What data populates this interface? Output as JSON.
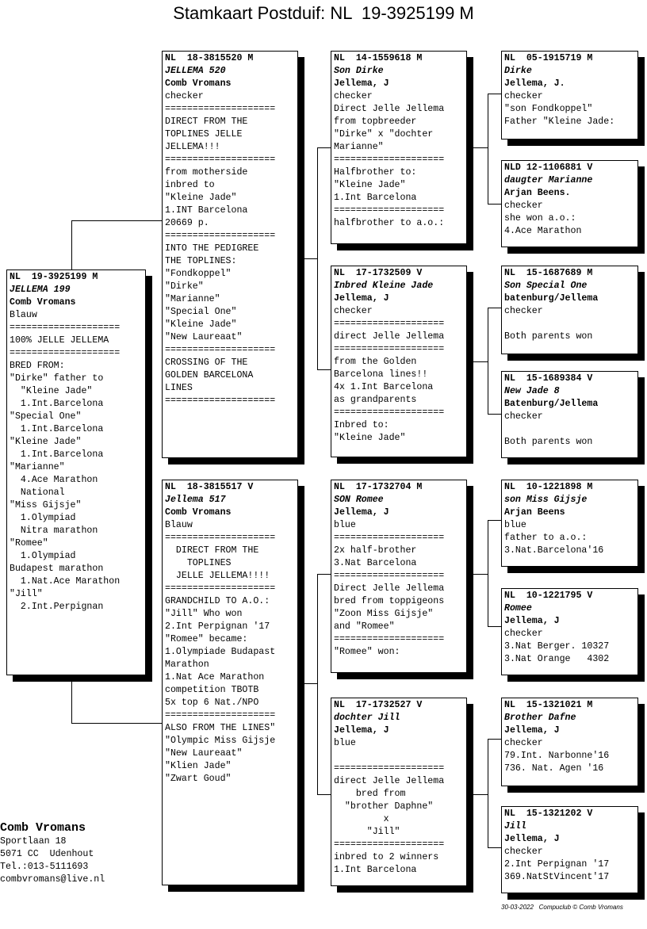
{
  "title": "Stamkaart Postduif: NL  19-3925199 M",
  "boxes": {
    "subject": {
      "hdr": "NL  19-3925199 M",
      "name": "JELLEMA 199",
      "owner": "Comb Vromans",
      "lines": [
        "Blauw",
        "====================",
        "100% JELLE JELLEMA",
        "====================",
        "BRED FROM:",
        "\"Dirke\" father to",
        "  \"Kleine Jade\"",
        "  1.Int.Barcelona",
        "\"Special One\"",
        "  1.Int.Barcelona",
        "\"Kleine Jade\"",
        "  1.Int.Barcelona",
        "\"Marianne\"",
        "  4.Ace Marathon",
        "  National",
        "\"Miss Gijsje\"",
        "  1.Olympiad",
        "  Nitra marathon",
        "\"Romee\"",
        "  1.Olympiad",
        "Budapest marathon",
        "  1.Nat.Ace Marathon",
        "\"Jill\"",
        "  2.Int.Perpignan"
      ]
    },
    "father": {
      "hdr": "NL  18-3815520 M",
      "name": "JELLEMA 520",
      "owner": "Comb Vromans",
      "lines": [
        "checker",
        "====================",
        "DIRECT FROM THE",
        "TOPLINES JELLE",
        "JELLEMA!!!",
        "====================",
        "from motherside",
        "inbred to",
        "\"Kleine Jade\"",
        "1.INT Barcelona",
        "20669 p.",
        "====================",
        "INTO THE PEDIGREE",
        "THE TOPLINES:",
        "\"Fondkoppel\"",
        "\"Dirke\"",
        "\"Marianne\"",
        "\"Special One\"",
        "\"Kleine Jade\"",
        "\"New Laureaat\"",
        "====================",
        "CROSSING OF THE",
        "GOLDEN BARCELONA",
        "LINES",
        "===================="
      ]
    },
    "mother": {
      "hdr": "NL  18-3815517 V",
      "name": "Jellema 517",
      "owner": "Comb Vromans",
      "lines": [
        "Blauw",
        "====================",
        "  DIRECT FROM THE",
        "    TOPLINES",
        "  JELLE JELLEMA!!!!",
        "====================",
        "GRANDCHILD TO A.O.:",
        "\"Jill\" Who won",
        "2.Int Perpignan '17",
        "\"Romee\" became:",
        "1.Olympiade Budapast",
        "Marathon",
        "1.Nat Ace Marathon",
        "competition TBOTB",
        "5x top 6 Nat./NPO",
        "====================",
        "ALSO FROM THE LINES\"",
        "\"Olympic Miss Gijsje",
        "\"New Laureaat\"",
        "\"Klien Jade\"",
        "\"Zwart Goud\""
      ]
    },
    "ff": {
      "hdr": "NL  14-1559618 M",
      "name": "Son Dirke",
      "owner": "Jellema, J",
      "lines": [
        "checker",
        "Direct Jelle Jellema",
        "from topbreeder",
        "\"Dirke\" x \"dochter",
        "Marianne\"",
        "====================",
        "Halfbrother to:",
        "\"Kleine Jade\"",
        "1.Int Barcelona",
        "====================",
        "halfbrother to a.o.:"
      ]
    },
    "fm": {
      "hdr": "NL  17-1732509 V",
      "name": "Inbred Kleine Jade",
      "owner": "Jellema, J",
      "lines": [
        "checker",
        "====================",
        "direct Jelle Jellema",
        "====================",
        "from the Golden",
        "Barcelona lines!!",
        "4x 1.Int Barcelona",
        "as grandparents",
        "====================",
        "Inbred to:",
        "\"Kleine Jade\""
      ]
    },
    "mf": {
      "hdr": "NL  17-1732704 M",
      "name": "SON Romee",
      "owner": "Jellema, J",
      "lines": [
        "blue",
        "====================",
        "2x half-brother",
        "3.Nat Barcelona",
        "====================",
        "Direct Jelle Jellema",
        "bred from toppigeons",
        "\"Zoon Miss Gijsje\"",
        "and \"Romee\"",
        "====================",
        "\"Romee\" won:"
      ]
    },
    "mm": {
      "hdr": "NL  17-1732527 V",
      "name": "dochter Jill",
      "owner": "Jellema, J",
      "lines": [
        "blue",
        "",
        "====================",
        "direct Jelle Jellema",
        "    bred from",
        "  \"brother Daphne\"",
        "         x",
        "      \"Jill\"",
        "====================",
        "inbred to 2 winners",
        "1.Int Barcelona"
      ]
    },
    "fff": {
      "hdr": "NL  05-1915719 M",
      "name": "Dirke",
      "owner": "Jellema, J.",
      "lines": [
        "checker",
        "\"son Fondkoppel\"",
        "Father \"Kleine Jade:"
      ]
    },
    "ffm": {
      "hdr": "NLD 12-1106881 V",
      "name": "daugter Marianne",
      "owner": "Arjan Beens.",
      "lines": [
        "checker",
        "she won a.o.:",
        "4.Ace Marathon"
      ]
    },
    "fmf": {
      "hdr": "NL  15-1687689 M",
      "name": "Son Special One",
      "owner": "batenburg/Jellema",
      "lines": [
        "checker",
        "",
        "Both parents won"
      ]
    },
    "fmm": {
      "hdr": "NL  15-1689384 V",
      "name": "New Jade 8",
      "owner": "Batenburg/Jellema",
      "lines": [
        "checker",
        "",
        "Both parents won"
      ]
    },
    "mff": {
      "hdr": "NL  10-1221898 M",
      "name": "son Miss Gijsje",
      "owner": "Arjan Beens",
      "lines": [
        "blue",
        "father to a.o.:",
        "3.Nat.Barcelona'16"
      ]
    },
    "mfm": {
      "hdr": "NL  10-1221795 V",
      "name": "Romee",
      "owner": "Jellema, J",
      "lines": [
        "checker",
        "3.Nat Berger. 10327",
        "3.Nat Orange   4302"
      ]
    },
    "mmf": {
      "hdr": "NL  15-1321021 M",
      "name": "Brother Dafne",
      "owner": "Jellema, J",
      "lines": [
        "checker",
        "79.Int. Narbonne'16",
        "736. Nat. Agen '16"
      ]
    },
    "mmm": {
      "hdr": "NL  15-1321202 V",
      "name": "Jill",
      "owner": "Jellema, J",
      "lines": [
        "checker",
        "2.Int Perpignan '17",
        "369.NatStVincent'17"
      ]
    }
  },
  "footer": {
    "name": "Comb Vromans",
    "lines": [
      "Sportlaan 18",
      "5071 CC  Udenhout",
      "Tel.:013-5111693",
      "",
      "",
      "combvromans@live.nl"
    ]
  },
  "stamp": "30-03-2022   Compuclub © Comb Vromans"
}
